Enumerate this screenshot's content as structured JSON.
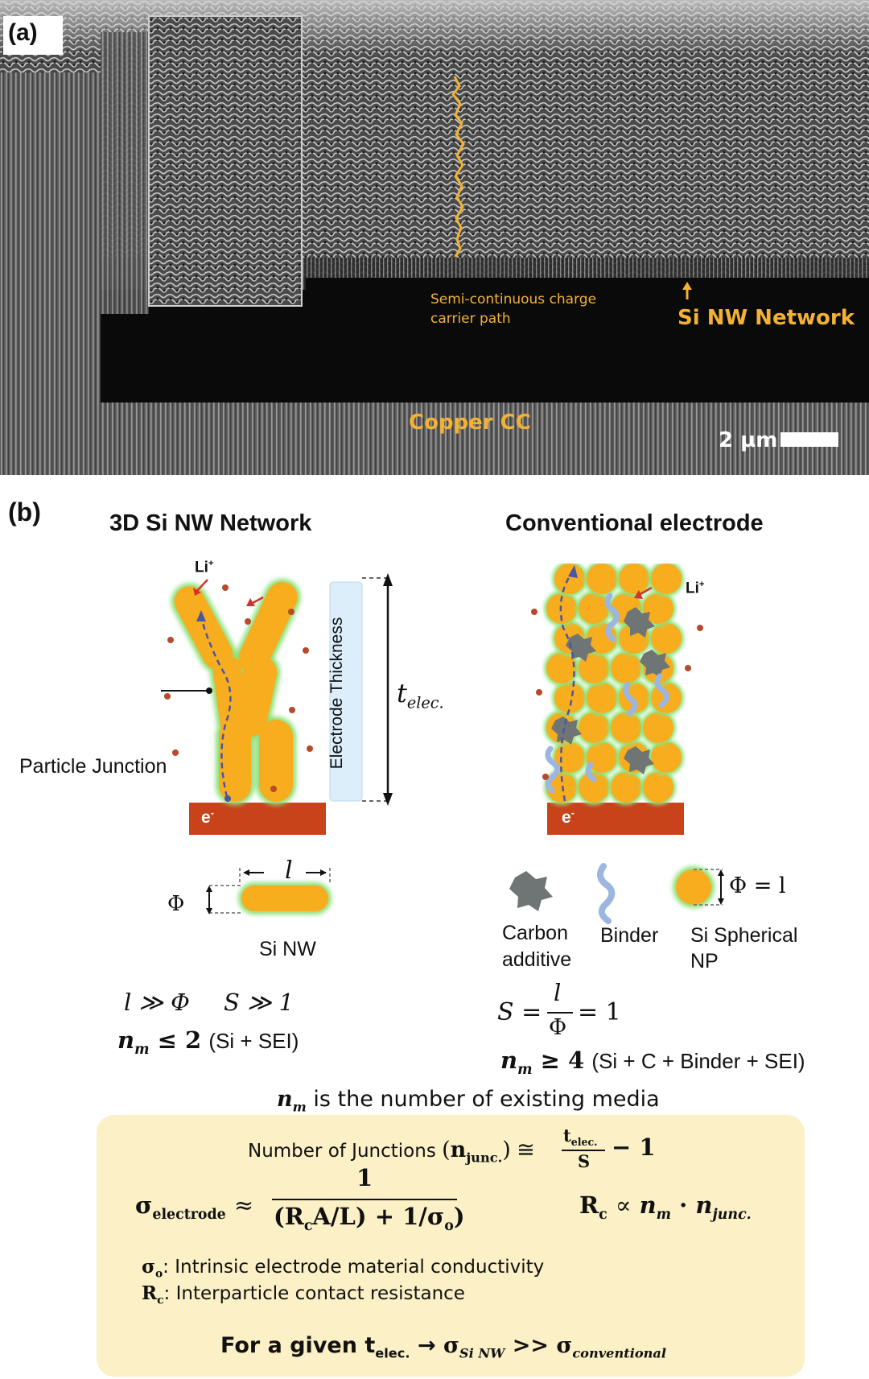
{
  "panel_a": {
    "label": "(a)",
    "path_label_line1": "Semi-continuous charge",
    "path_label_line2": "carrier path",
    "network_label": "Si NW Network",
    "cc_label": "Copper CC",
    "scale_label": "2 µm"
  },
  "panel_b": {
    "label": "(b)",
    "left_title": "3D Si NW Network",
    "right_title": "Conventional electrode",
    "li_ion": "Li",
    "li_sup": "+",
    "electron": "e",
    "electron_sup": "-",
    "electrode_thickness": "Electrode Thickness",
    "t_elec": "t",
    "t_elec_sub": "elec.",
    "particle_junction": "Particle Junction",
    "phi": "Φ",
    "l": "l",
    "si_nw": "Si NW",
    "phi_eq_l": "Φ = l",
    "legend": {
      "carbon_line1": "Carbon",
      "carbon_line2": "additive",
      "binder": "Binder",
      "si_np_line1": "Si Spherical",
      "si_np_line2": "NP"
    },
    "nw_rel1": "l ≫ Φ",
    "nw_rel2": "S ≫ 1",
    "nm_nw_sym": "n",
    "nm_nw_sub": "m",
    "nm_nw_rel": "≤ 2",
    "nm_nw_media": "(Si + SEI)",
    "s_sym": "S =",
    "s_num": "l",
    "s_den": "Φ",
    "s_val": "= 1",
    "nm_conv_rel": "≥ 4",
    "nm_conv_media": "(Si + C + Binder + SEI)",
    "nm_def": "is the number of existing media"
  },
  "formula_box": {
    "junctions_text": "Number of Junctions",
    "njunc_sym": "n",
    "njunc_sub": "junc.",
    "approx": "≅",
    "t_num": "t",
    "t_num_sub": "elec.",
    "s_den": "S",
    "minus_one": "− 1",
    "sigma_el": "σ",
    "sigma_el_sub": "electrode",
    "approx2": "≈",
    "frac_num": "1",
    "frac_den_a": "(R",
    "frac_den_c": "c",
    "frac_den_b": "A/L) + 1/σ",
    "frac_den_o": "o",
    "rc_sym": "R",
    "rc_sub": "c",
    "rc_rel": "∝",
    "rc_nm": "n",
    "rc_nm_sub": "m",
    "rc_dot": "·",
    "rc_nj": "n",
    "rc_nj_sub": "junc.",
    "def1_sym": "σ",
    "def1_sub": "o",
    "def1_text": ": Intrinsic electrode material conductivity",
    "def2_sym": "R",
    "def2_sub": "c",
    "def2_text": ": Interparticle contact resistance",
    "given_text": "For a given t",
    "given_sub": "elec.",
    "given_arrow": "→",
    "given_sig1": "σ",
    "given_sig1_sub": "Si NW",
    "given_gg": ">>",
    "given_sig2": "σ",
    "given_sig2_sub": "conventional"
  },
  "colors": {
    "gold": "#f3b233",
    "orange_particle": "#f7ad1d",
    "glow": "#8fe07a",
    "collector": "#c8431a",
    "carbon": "#6f7474",
    "binder": "#9cb6e0",
    "path_blue": "#4856a6",
    "thickness_bar": "#dbeefa",
    "formula_bg": "#fbf0c6"
  }
}
